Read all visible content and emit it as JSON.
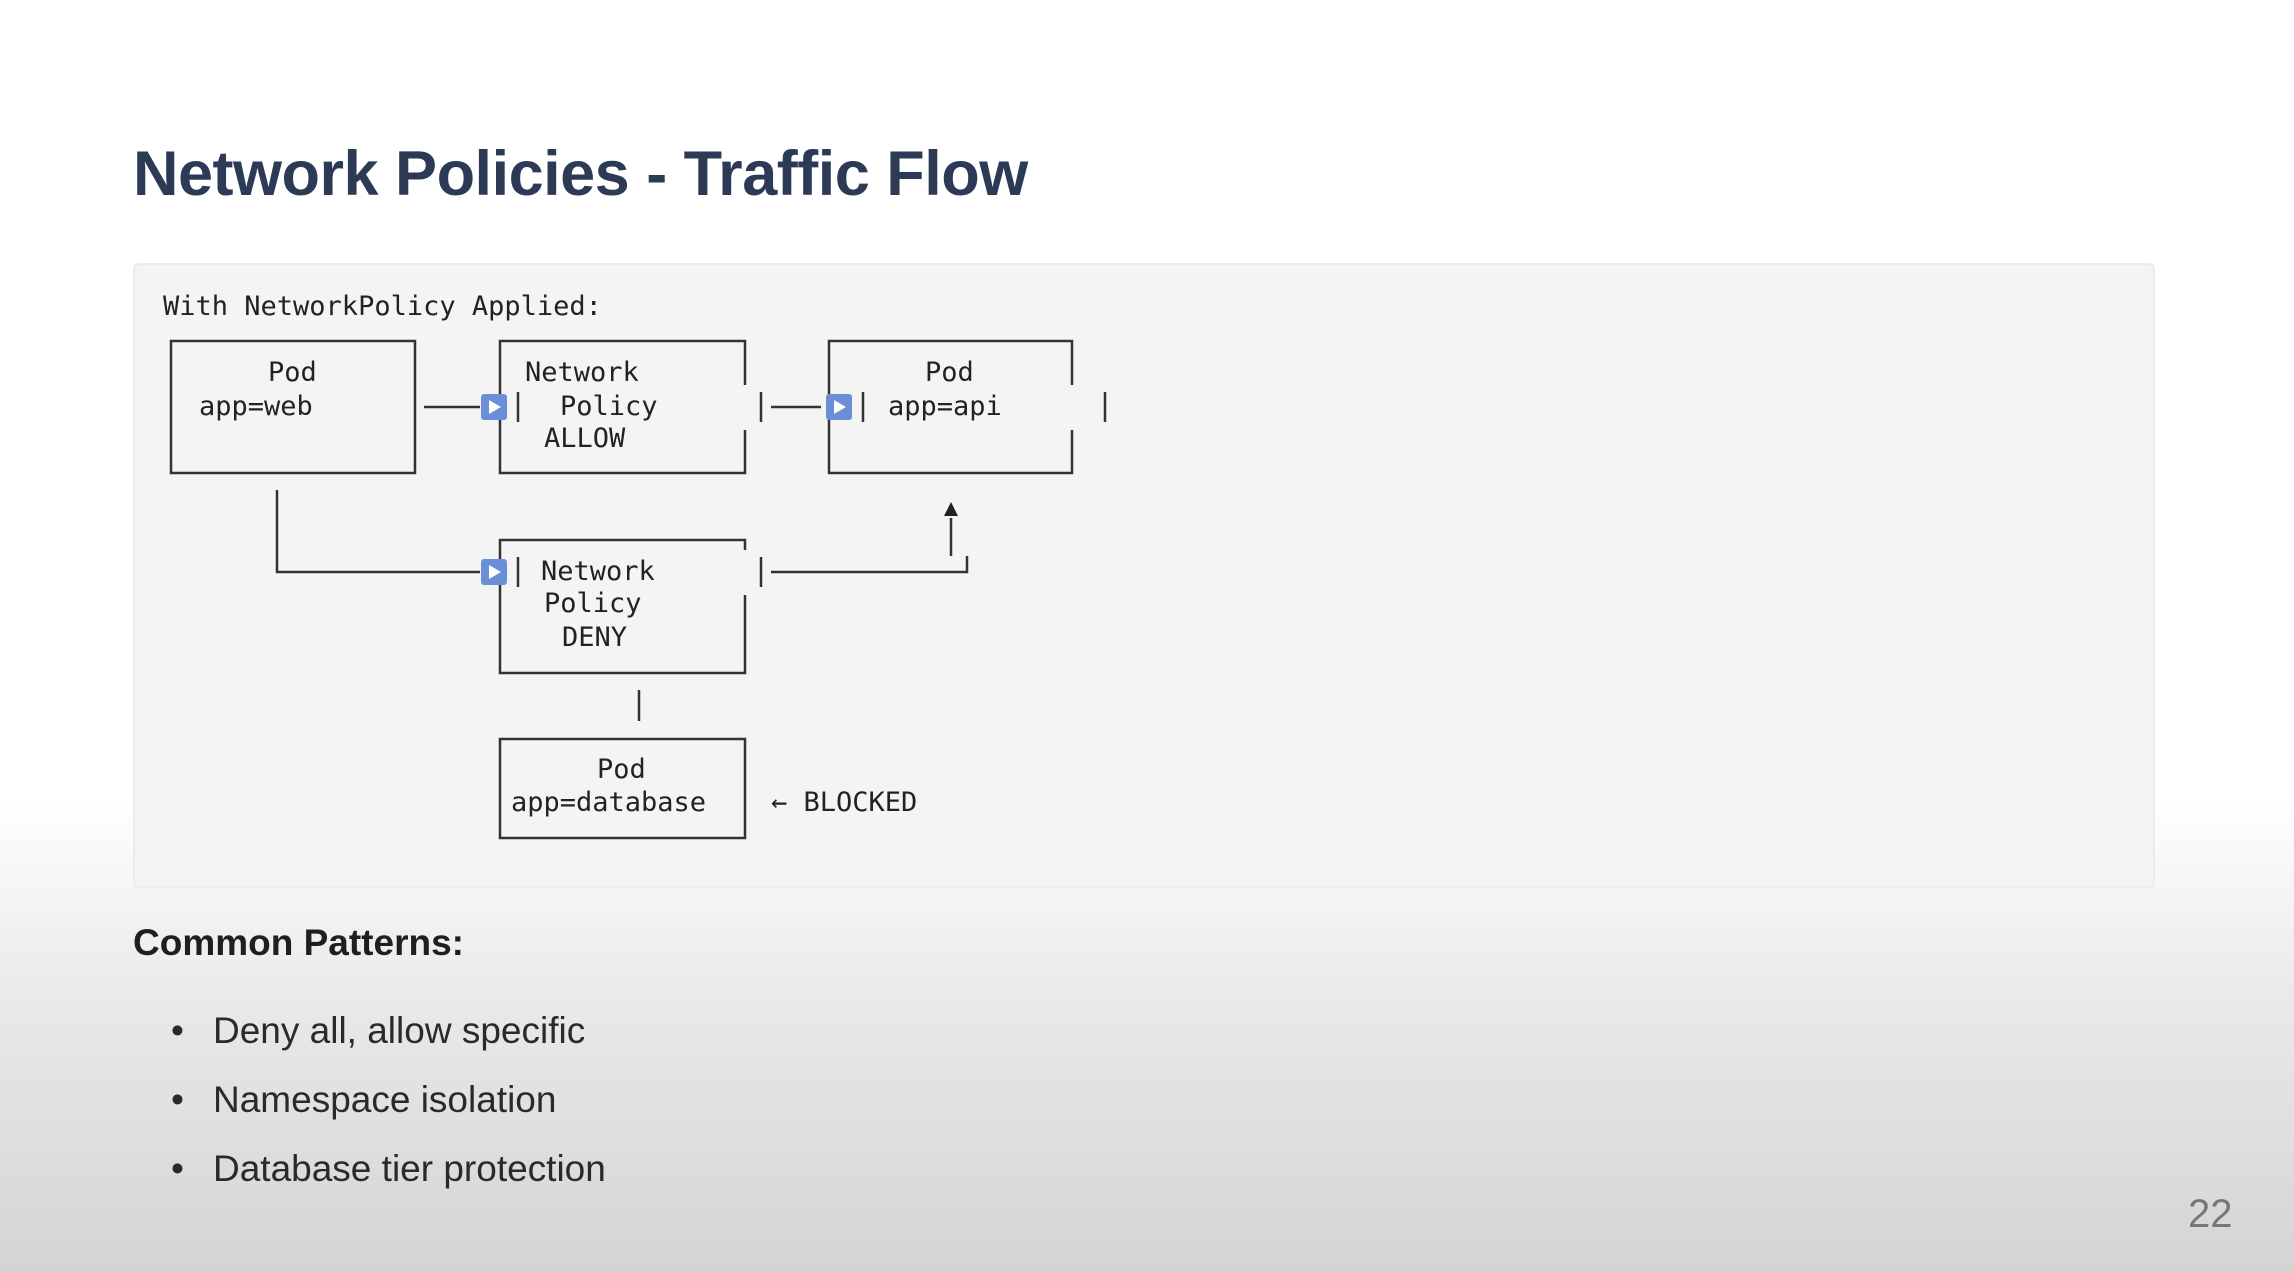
{
  "title": "Network Policies - Traffic Flow",
  "diagram": {
    "heading": "With NetworkPolicy Applied:",
    "pod_web": {
      "line1": "Pod",
      "line2": "app=web"
    },
    "policy_allow": {
      "line1": "Network",
      "line2": "Policy",
      "line3": "ALLOW"
    },
    "pod_api": {
      "line1": "Pod",
      "line2": "app=api"
    },
    "policy_deny": {
      "line1": "Network",
      "line2": "Policy",
      "line3": "DENY"
    },
    "pod_db": {
      "line1": "Pod",
      "line2": "app=database"
    },
    "blocked_label": "← BLOCKED",
    "accent_color": "#6b8fd6"
  },
  "patterns": {
    "heading": "Common Patterns:",
    "items": [
      "Deny all, allow specific",
      "Namespace isolation",
      "Database tier protection"
    ]
  },
  "page_number": "22"
}
